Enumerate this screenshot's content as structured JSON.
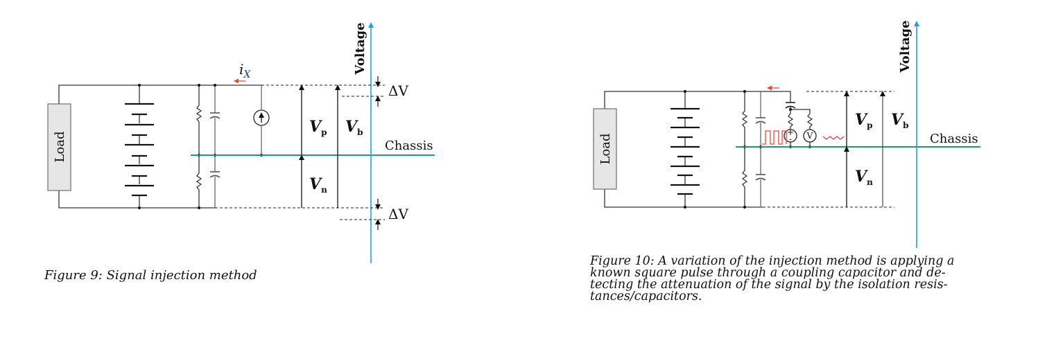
{
  "figure9": {
    "caption": "Figure 9: Signal injection method",
    "load_label": "Load",
    "axis_label": "Voltage",
    "chassis_label": "Chassis",
    "current_label_main": "i",
    "current_label_sub": "X",
    "vp_main": "V",
    "vp_sub": "p",
    "vb_main": "V",
    "vb_sub": "b",
    "vn_main": "V",
    "vn_sub": "n",
    "delta_top": "ΔV",
    "delta_bottom": "ΔV"
  },
  "figure10": {
    "caption_lines": [
      "Figure 10: A variation of the injection method is applying a",
      "known square pulse through a coupling capacitor and de-",
      "tecting the attenuation of the signal by the isolation resis-",
      "tances/capacitors."
    ],
    "load_label": "Load",
    "axis_label": "Voltage",
    "chassis_label": "Chassis",
    "source_plus": "+",
    "source_minus": "-",
    "voltmeter_label": "V",
    "vp_main": "V",
    "vp_sub": "p",
    "vb_main": "V",
    "vb_sub": "b",
    "vn_main": "V",
    "vn_sub": "n"
  },
  "colors": {
    "chassis": "#1a9e6e",
    "voltage_axis": "#1aa3dc",
    "signal": "#e8473c",
    "load_fill": "#e6e6e6"
  }
}
